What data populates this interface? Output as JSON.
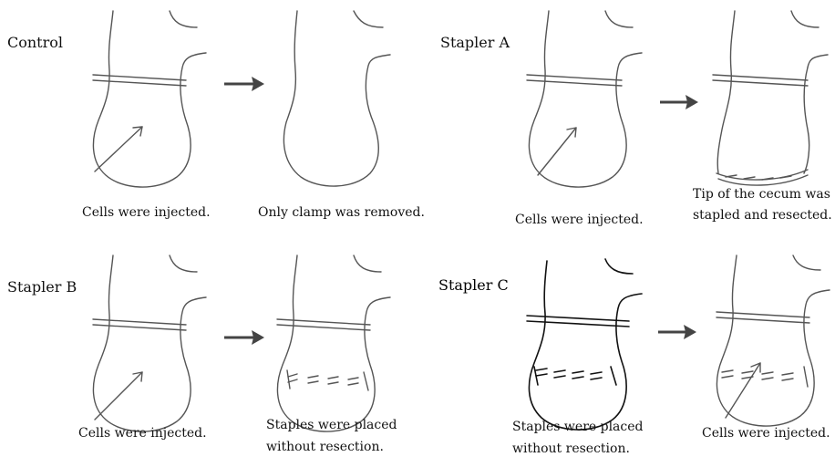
{
  "panels": {
    "control": {
      "title": "Control",
      "caption_left": "Cells were injected.",
      "caption_right": "Only clamp was removed."
    },
    "stapler_a": {
      "title": "Stapler A",
      "caption_left": "Cells were injected.",
      "caption_right_line1": "Tip of the cecum was",
      "caption_right_line2": "stapled and resected."
    },
    "stapler_b": {
      "title": "Stapler B",
      "caption_left": "Cells were injected.",
      "caption_right_line1": "Staples were placed",
      "caption_right_line2": "without resection."
    },
    "stapler_c": {
      "title": "Stapler C",
      "caption_left_line1": "Staples were placed",
      "caption_left_line2": "without resection.",
      "caption_right": "Cells were injected."
    }
  }
}
